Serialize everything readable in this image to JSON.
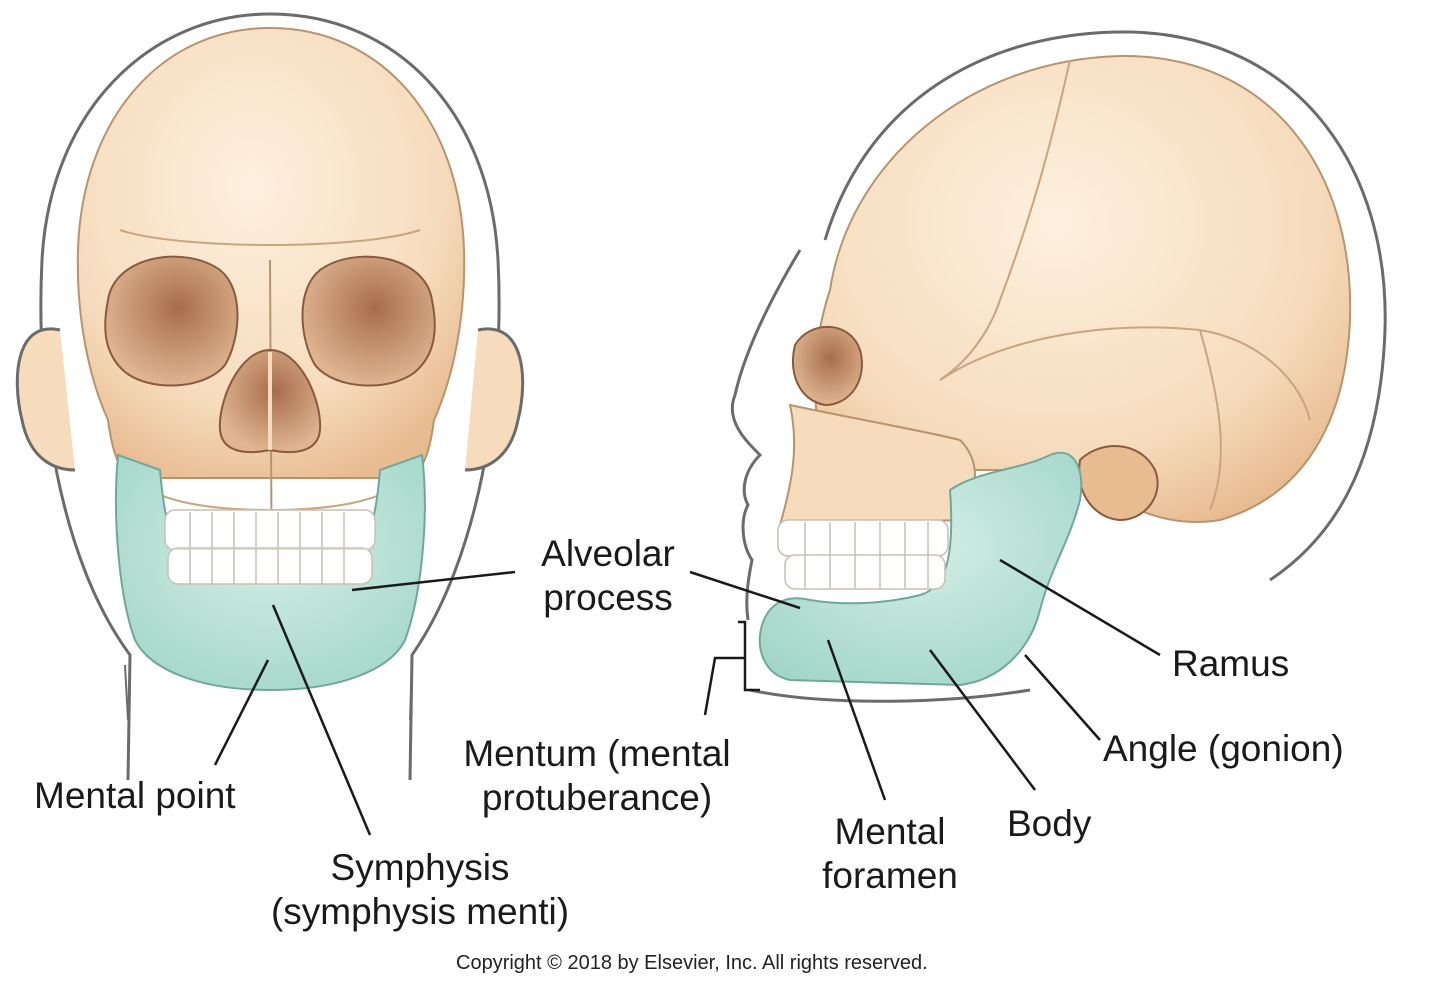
{
  "labels": {
    "alveolar_process": [
      "Alveolar",
      "process"
    ],
    "ramus": "Ramus",
    "mentum": [
      "Mentum (mental",
      "protuberance)"
    ],
    "angle": "Angle (gonion)",
    "mental_point": "Mental point",
    "body": "Body",
    "mental_foramen": [
      "Mental",
      "foramen"
    ],
    "symphysis": [
      "Symphysis",
      "(symphysis menti)"
    ]
  },
  "copyright": "Copyright © 2018 by Elsevier, Inc. All rights reserved.",
  "colors": {
    "bone": "#f6dcbd",
    "bone_shadow": "#e8b98d",
    "orbit": "#c99470",
    "mandible": "#b5e0d5",
    "mandible_edge": "#6fa89a",
    "outline": "#6b6b6b",
    "leader": "#1a1a1a"
  }
}
